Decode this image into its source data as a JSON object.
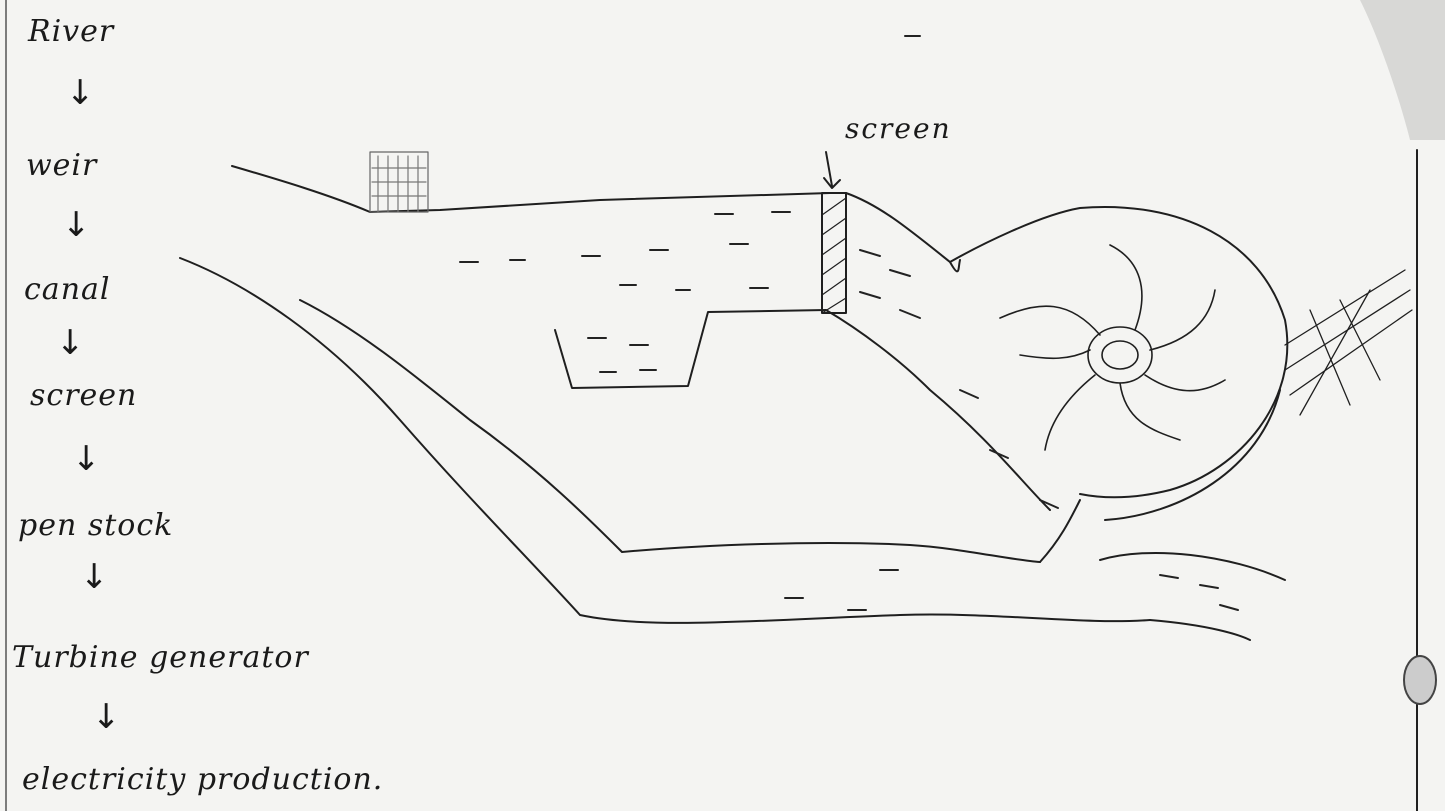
{
  "flow": {
    "steps": [
      "River",
      "weir",
      "canal",
      "screen",
      "pen stock",
      "Turbine generator",
      "electricity production."
    ],
    "arrow": "↓"
  },
  "diagram": {
    "screen_label": "screen"
  }
}
